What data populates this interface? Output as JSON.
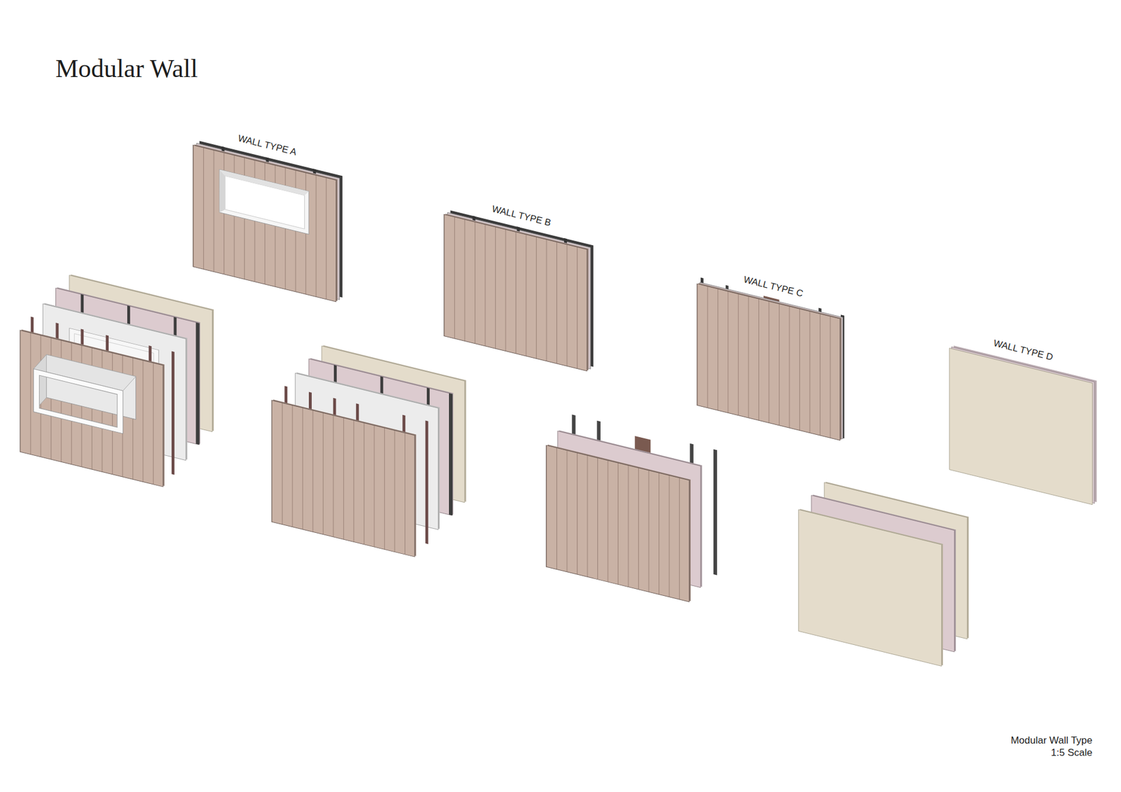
{
  "diagram": {
    "title": "Modular Wall",
    "caption": "Modular Wall Type 1:5 Scale",
    "labels": [
      "WALL TYPE A",
      "WALL TYPE B",
      "WALL TYPE C",
      "WALL TYPE D"
    ]
  }
}
